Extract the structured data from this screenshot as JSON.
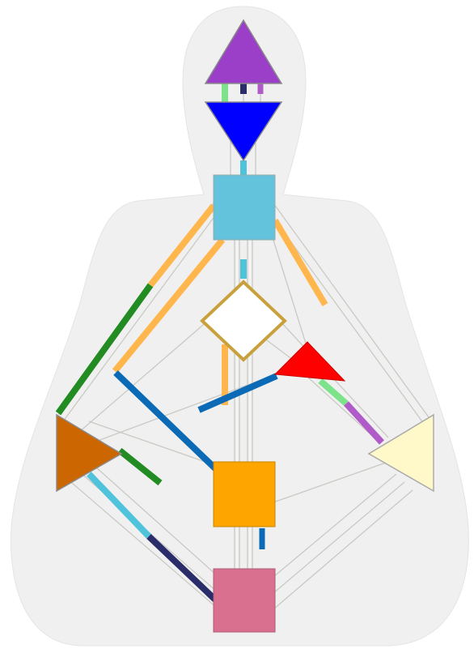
{
  "colors": {
    "background": "#ffffff",
    "silhouette": "#f0f0f0",
    "rail": "#c9c9c4",
    "head": "#9b3fc9",
    "ajna": "#0000ff",
    "throat": "#63c3dc",
    "g_center": "#ffffff",
    "g_center_outline": "#c9a13c",
    "heart": "#ff0000",
    "spleen": "#cc6600",
    "solar_plexus": "#fff8c8",
    "sacral": "#ffa500",
    "root": "#d97090",
    "orange_gate": "#ffb74d",
    "green_gate": "#228b22",
    "blue_gate": "#0b6ab5",
    "cyan_gate": "#4fc3dc",
    "navy_gate": "#2b2d6b",
    "lightgreen_gate": "#7ce38a",
    "purple_gate": "#b05cc8"
  },
  "centers": [
    {
      "name": "head-center",
      "shape": "triangle-up",
      "color": "head"
    },
    {
      "name": "ajna-center",
      "shape": "triangle-down",
      "color": "ajna"
    },
    {
      "name": "throat-center",
      "shape": "square",
      "color": "throat"
    },
    {
      "name": "g-center",
      "shape": "diamond",
      "color": "g_center"
    },
    {
      "name": "heart-center",
      "shape": "triangle",
      "color": "heart"
    },
    {
      "name": "spleen-center",
      "shape": "triangle-right",
      "color": "spleen"
    },
    {
      "name": "solar-plexus-center",
      "shape": "triangle-left",
      "color": "solar_plexus"
    },
    {
      "name": "sacral-center",
      "shape": "square",
      "color": "sacral"
    },
    {
      "name": "root-center",
      "shape": "square",
      "color": "root"
    }
  ],
  "activations": [
    {
      "name": "gate-head-ajna-left",
      "color": "lightgreen_gate"
    },
    {
      "name": "gate-head-ajna-middle",
      "color": "navy_gate"
    },
    {
      "name": "gate-head-ajna-right",
      "color": "purple_gate"
    },
    {
      "name": "gate-ajna-throat",
      "color": "cyan_gate"
    },
    {
      "name": "gate-throat-spleen",
      "color": "orange_gate"
    },
    {
      "name": "gate-spleen-throat",
      "color": "green_gate"
    },
    {
      "name": "gate-throat-solar-plexus",
      "color": "orange_gate"
    },
    {
      "name": "gate-throat-g",
      "color": "cyan_gate"
    },
    {
      "name": "gate-g-spleen",
      "color": "orange_gate"
    },
    {
      "name": "gate-g-sacral",
      "color": "orange_gate"
    },
    {
      "name": "gate-sacral-spleen",
      "color": "blue_gate"
    },
    {
      "name": "gate-spleen-heart",
      "color": "blue_gate"
    },
    {
      "name": "gate-heart-solar-plexus-a",
      "color": "lightgreen_gate"
    },
    {
      "name": "gate-heart-solar-plexus-b",
      "color": "purple_gate"
    },
    {
      "name": "gate-spleen-sacral",
      "color": "green_gate"
    },
    {
      "name": "gate-spleen-root-a",
      "color": "cyan_gate"
    },
    {
      "name": "gate-spleen-root-b",
      "color": "navy_gate"
    },
    {
      "name": "gate-sacral-root",
      "color": "blue_gate"
    }
  ]
}
